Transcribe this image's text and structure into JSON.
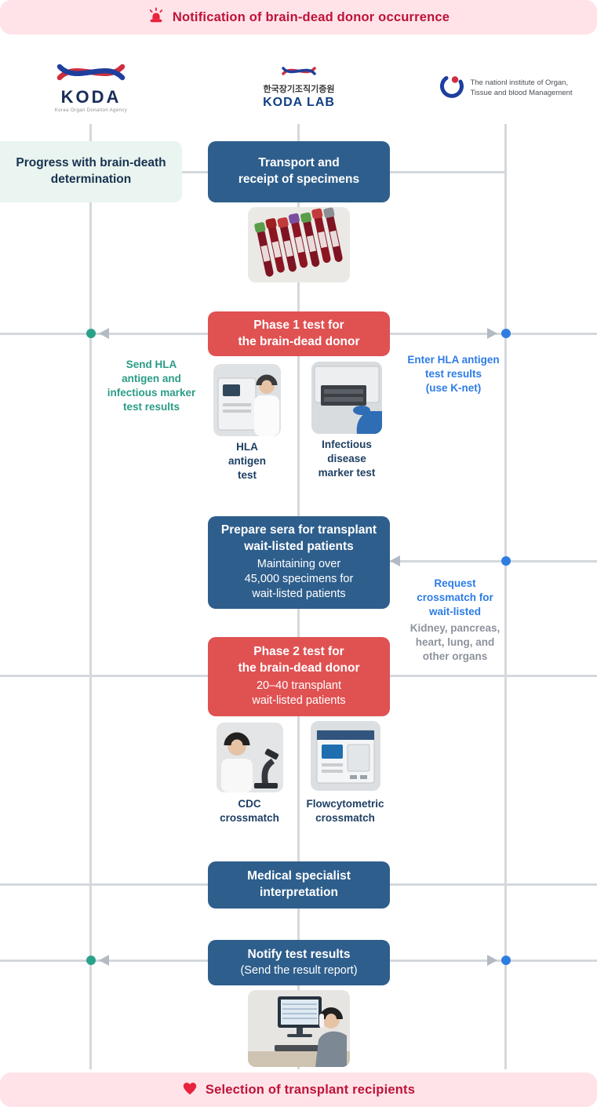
{
  "colors": {
    "banner_bg": "#ffe3e8",
    "banner_text": "#bf1238",
    "box_blue": "#2e5e8c",
    "box_red": "#e05152",
    "box_mint": "#eaf4f0",
    "note_teal": "#2a9c86",
    "note_blue": "#2d7ce6",
    "note_gray": "#8d939c",
    "connector_line": "#d4d8dd",
    "dot_teal": "#2aa189",
    "dot_blue": "#2f7de0"
  },
  "top_banner": {
    "text": "Notification of brain-dead donor occurrence"
  },
  "bottom_banner": {
    "text": "Selection of transplant recipients"
  },
  "organizations": {
    "koda": {
      "name": "KODA",
      "tagline": "Korea Organ Donation Agency"
    },
    "koda_lab": {
      "korean_name": "한국장기조직기증원",
      "name": "KODA LAB"
    },
    "nibm": {
      "name": "The nationl institute of Organ,\nTissue and blood Management"
    }
  },
  "flow": {
    "brain_death_box": "Progress with brain-death\ndetermination",
    "transport_box": "Transport and\nreceipt of specimens",
    "phase1_box": "Phase 1 test for\nthe brain-dead donor",
    "send_results_note": "Send HLA\nantigen and\ninfectious marker\ntest results",
    "enter_results_note": "Enter HLA antigen\ntest results\n(use K-net)",
    "hla_caption": "HLA\nantigen\ntest",
    "infectious_caption": "Infectious\ndisease\nmarker test",
    "prepare_box_title": "Prepare sera for transplant\nwait-listed patients",
    "prepare_box_sub": "Maintaining over\n45,000 specimens for\nwait-listed patients",
    "request_note": "Request\ncrossmatch for\nwait-listed",
    "request_note_sub": "Kidney, pancreas,\nheart, lung, and\nother organs",
    "phase2_box_title": "Phase 2 test for\nthe brain-dead donor",
    "phase2_box_sub": "20–40 transplant\nwait-listed patients",
    "cdc_caption": "CDC\ncrossmatch",
    "flowcytometric_caption": "Flowcytometric\ncrossmatch",
    "interpretation_box": "Medical specialist\ninterpretation",
    "notify_box_title": "Notify test results",
    "notify_box_sub": "(Send the result report)"
  }
}
